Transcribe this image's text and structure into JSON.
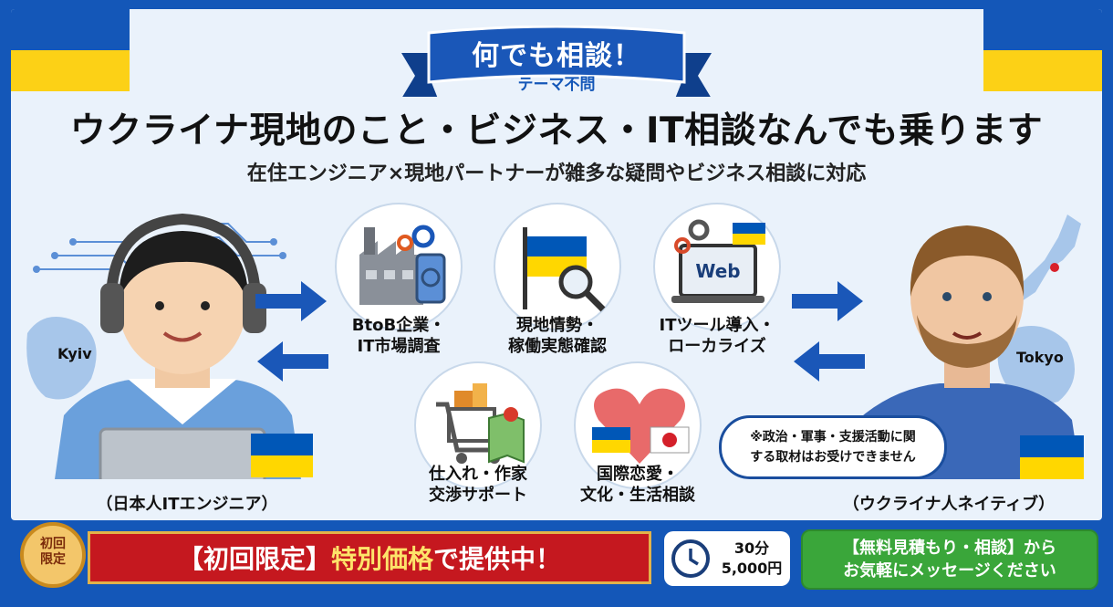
{
  "ribbon": {
    "title": "何でも相談！",
    "subtitle": "テーマ不問"
  },
  "headline": "ウクライナ現地のこと・ビジネス・IT相談なんでも乗ります",
  "subheadline": "在住エンジニア×現地パートナーが雑多な疑問やビジネス相談に対応",
  "services": [
    {
      "label_line1": "BtoB企業・",
      "label_line2": "IT市場調査",
      "icon": "factory-icon"
    },
    {
      "label_line1": "現地情勢・",
      "label_line2": "稼働実態確認",
      "icon": "flag-magnifier-icon"
    },
    {
      "label_line1": "ITツール導入・",
      "label_line2": "ローカライズ",
      "icon": "web-laptop-icon",
      "screen_text": "Web"
    },
    {
      "label_line1": "仕入れ・作家",
      "label_line2": "交渉サポート",
      "icon": "cart-map-icon"
    },
    {
      "label_line1": "国際恋愛・",
      "label_line2": "文化・生活相談",
      "icon": "heart-flags-icon"
    }
  ],
  "left_person": {
    "label": "（日本人ITエンジニア）",
    "city": "Kyiv"
  },
  "right_person": {
    "label": "（ウクライナ人ネイティブ）",
    "city": "Tokyo"
  },
  "note": {
    "line1": "※政治・軍事・支援活動に関",
    "line2": "する取材はお受けできません"
  },
  "bottom": {
    "badge_line1": "初回",
    "badge_line2": "限定",
    "banner_prefix": "【初回限定】",
    "banner_highlight": "特別価格",
    "banner_suffix": "で提供中！",
    "price_duration": "30分",
    "price_amount": "5,000円",
    "cta_line1": "【無料見積もり・相談】から",
    "cta_line2": "お気軽にメッセージください"
  },
  "colors": {
    "ukraine_blue": "#0057b7",
    "ukraine_yellow": "#ffd700",
    "frame_blue": "#1457b8",
    "banner_red": "#c5181f",
    "cta_green": "#3aa63a"
  }
}
